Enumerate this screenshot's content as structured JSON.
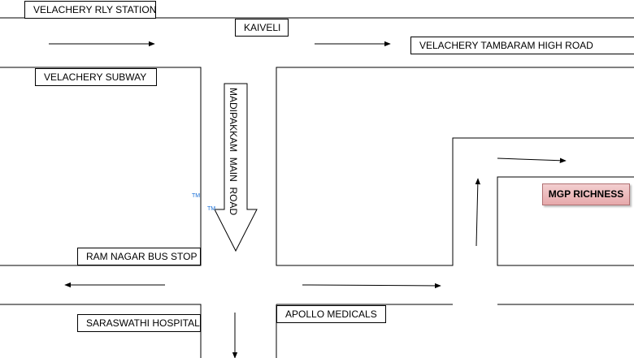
{
  "labels": {
    "velachery_rly_station": "VELACHERY RLY STATION",
    "kaiveli": "KAIVELI",
    "velachery_tambaram_high_road": "VELACHERY TAMBARAM HIGH ROAD",
    "velachery_subway": "VELACHERY SUBWAY",
    "madipakkam_main_road": "MADIPAKKAM  MAIN  ROAD",
    "ram_nagar_bus_stop": "RAM NAGAR BUS STOP",
    "saraswathi_hospital": "SARASWATHI HOSPITAL",
    "apollo_medicals": "APOLLO MEDICALS",
    "mgp_richness": "MGP RICHNESS",
    "trademark_1": "TM",
    "trademark_2": "TM"
  },
  "colors": {
    "road_line": "#000000",
    "destination_fill": "#e8b3b5",
    "trademark": "#1a6fd6"
  }
}
